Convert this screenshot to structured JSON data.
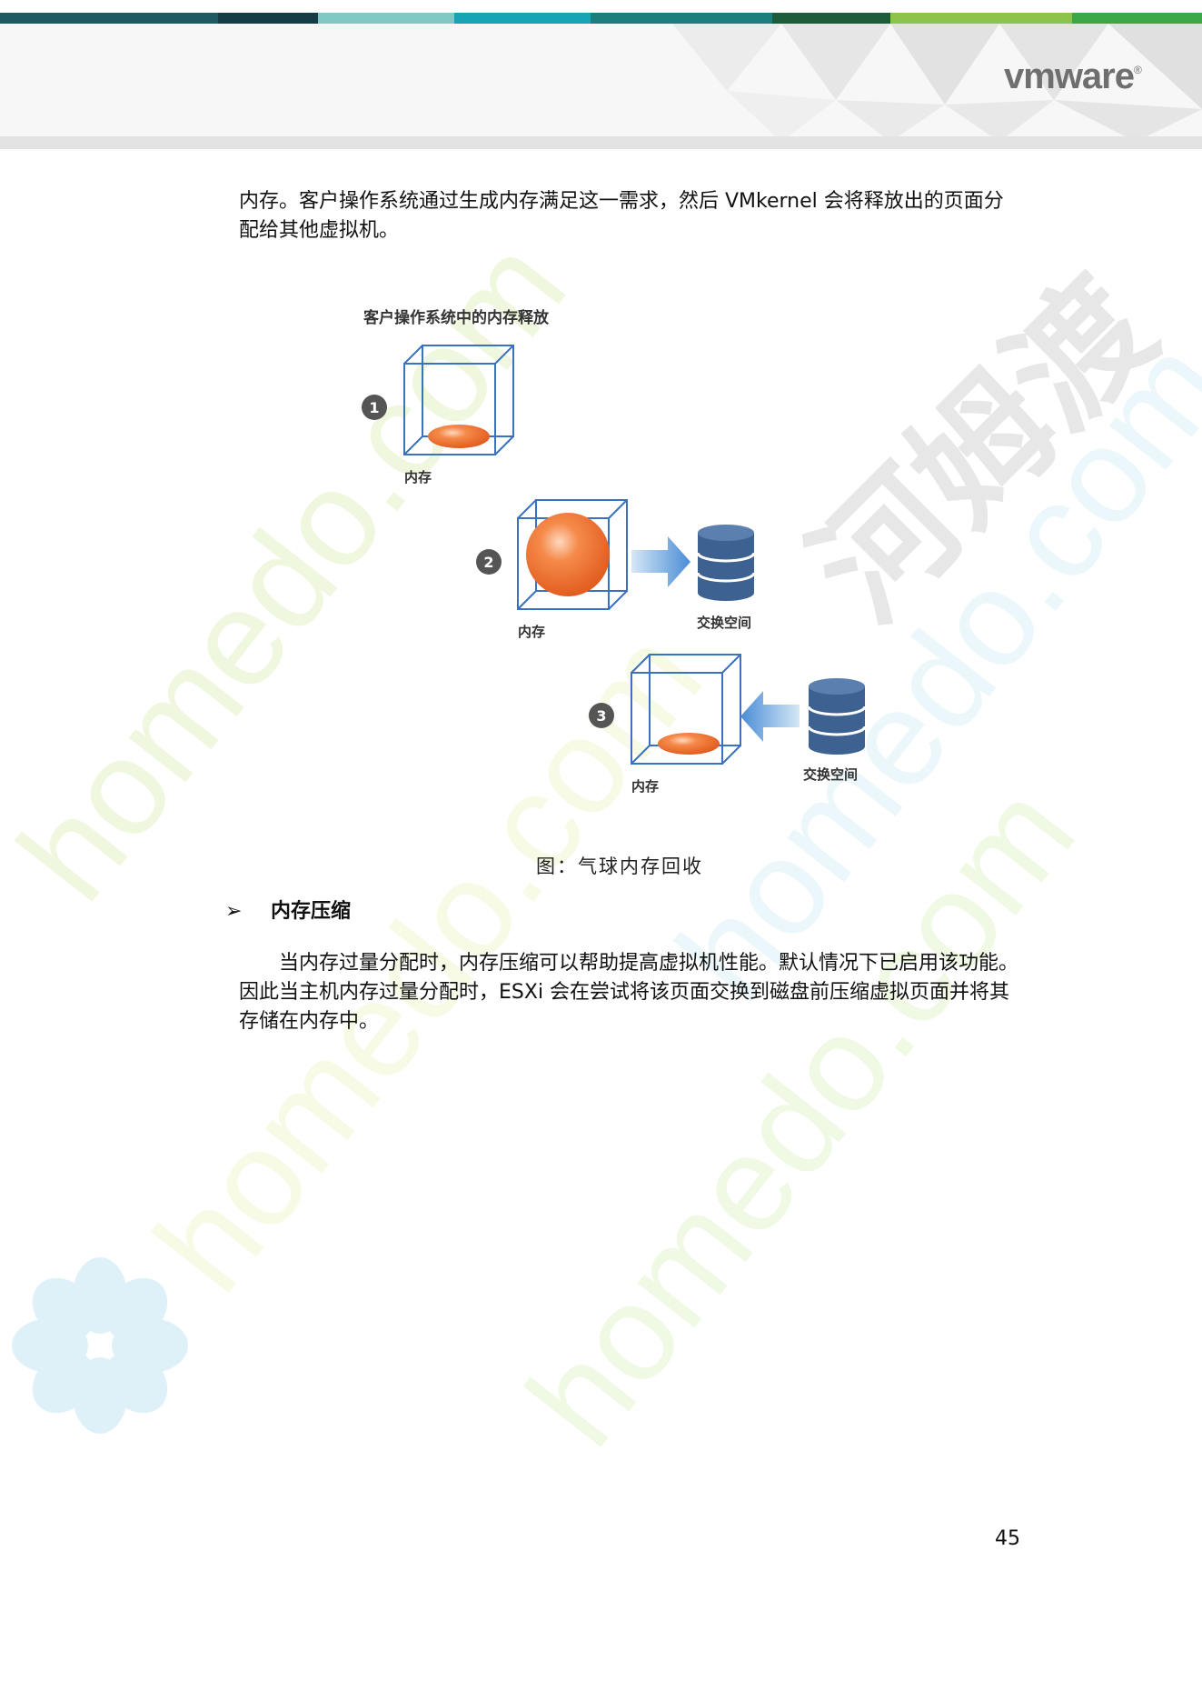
{
  "header": {
    "logo_text": "vmware",
    "logo_reg": "®"
  },
  "intro_text": "内存。客户操作系统通过生成内存满足这一需求，然后 VMkernel 会将释放出的页面分配给其他虚拟机。",
  "figure": {
    "title": "客户操作系统中的内存释放",
    "steps": [
      {
        "number": "1",
        "memory_label": "内存"
      },
      {
        "number": "2",
        "memory_label": "内存",
        "swap_label": "交换空间"
      },
      {
        "number": "3",
        "memory_label": "内存",
        "swap_label": "交换空间"
      }
    ]
  },
  "caption": "图：气球内存回收",
  "section": {
    "bullet": "➢",
    "title": "内存压缩",
    "body": "当内存过量分配时，内存压缩可以帮助提高虚拟机性能。默认情况下已启用该功能。因此当主机内存过量分配时，ESXi 会在尝试将该页面交换到磁盘前压缩虚拟页面并将其存储在内存中。"
  },
  "watermarks": {
    "domain": "homedo.com",
    "brand": "河姆渡"
  },
  "page_number": "45",
  "colors": {
    "orange": "#ef6a2a",
    "db_blue": "#3d6190",
    "box_blue": "#3a72c0",
    "step_gray": "#555555"
  }
}
